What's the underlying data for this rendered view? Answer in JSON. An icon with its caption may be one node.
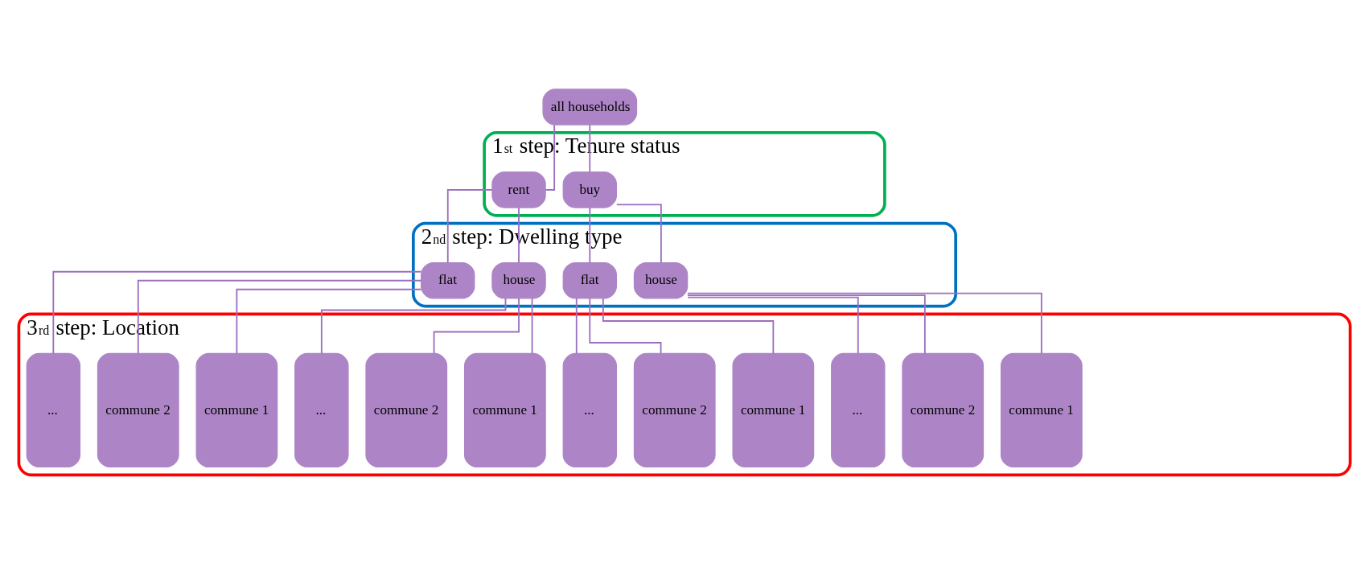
{
  "diagram": {
    "nodes": [
      {
        "text": [
          "all households"
        ]
      },
      {
        "text": [
          "1$^{st}$ step: Tenure status"
        ]
      },
      {
        "text": [
          "buy"
        ],
        "in": 1
      },
      {
        "text": [
          "rent"
        ],
        "in": 1
      },
      {
        "text": [
          "2$^{nd}$ step: Dwelling type"
        ]
      },
      {
        "text": [
          "house"
        ],
        "in": 4
      },
      {
        "text": [
          "flat"
        ],
        "in": 4
      },
      {
        "text": [
          "house"
        ],
        "in": 4
      },
      {
        "text": [
          "flat"
        ],
        "in": 4
      },
      {
        "text": [
          "3$^{rd}$ step: Location"
        ]
      },
      {
        "text": [
          "commune 1"
        ],
        "in": 9
      },
      {
        "text": [
          "commune 2"
        ],
        "in": 9
      },
      {
        "text": [
          "..."
        ],
        "in": 9
      },
      {
        "text": [
          "commune 1"
        ],
        "in": 9
      },
      {
        "text": [
          "commune 2"
        ],
        "in": 9
      },
      {
        "text": [
          "..."
        ],
        "in": 9
      },
      {
        "text": [
          "commune 1"
        ],
        "in": 9
      },
      {
        "text": [
          "commune 2"
        ],
        "in": 9
      },
      {
        "text": [
          "..."
        ],
        "in": 9
      },
      {
        "text": [
          "commune 1"
        ],
        "in": 9
      },
      {
        "text": [
          "commune 2"
        ],
        "in": 9
      },
      {
        "text": [
          "..."
        ],
        "in": 9
      }
    ],
    "edges": [
      {
        "from": 0,
        "to": 2,
        "arrow": "none"
      },
      {
        "from": 0,
        "to": 3,
        "arrow": "none"
      },
      {
        "from": 2,
        "to": 5,
        "arrow": "none"
      },
      {
        "from": 2,
        "to": 6,
        "arrow": "none"
      },
      {
        "from": 3,
        "to": 7,
        "arrow": "none"
      },
      {
        "from": 3,
        "to": 8,
        "arrow": "none"
      },
      {
        "from": 5,
        "to": 10,
        "arrow": "none"
      },
      {
        "from": 5,
        "to": 11,
        "arrow": "none"
      },
      {
        "from": 5,
        "to": 12,
        "arrow": "none"
      },
      {
        "from": 6,
        "to": 13,
        "arrow": "none"
      },
      {
        "from": 6,
        "to": 14,
        "arrow": "none"
      },
      {
        "from": 6,
        "to": 15,
        "arrow": "none"
      },
      {
        "from": 7,
        "to": 16,
        "arrow": "none"
      },
      {
        "from": 7,
        "to": 17,
        "arrow": "none"
      },
      {
        "from": 7,
        "to": 18,
        "arrow": "none"
      },
      {
        "from": 8,
        "to": 19,
        "arrow": "none"
      },
      {
        "from": 8,
        "to": 20,
        "arrow": "none"
      },
      {
        "from": 8,
        "to": 21,
        "arrow": "none"
      }
    ]
  }
}
